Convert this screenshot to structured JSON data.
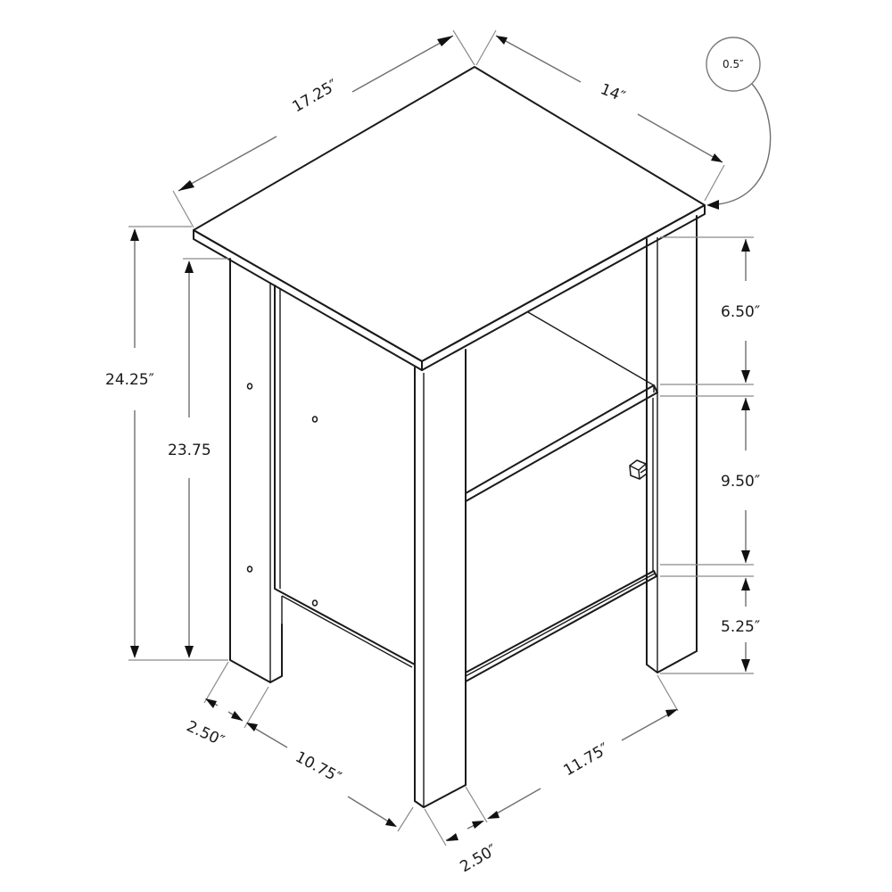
{
  "diagram": {
    "title": "",
    "type": "dimensioned isometric line drawing",
    "subject": "end table / nightstand with open shelf and lower cabinet door",
    "colors": {
      "line": "#1a1a1a",
      "dimension_line": "#6e6e6e",
      "background": "#ffffff"
    },
    "dimensions": {
      "top_width": "17.25″",
      "top_depth": "14″",
      "top_thickness": "0.5″",
      "overall_height": "24.25″",
      "height_below_top": "23.75",
      "open_shelf_height": "6.50″",
      "cabinet_height": "9.50″",
      "leg_clearance": "5.25″",
      "leg_depth_left": "2.50″",
      "inner_depth": "10.75″",
      "inner_width": "11.75″",
      "leg_width_front": "2.50″"
    },
    "components": [
      "table-top",
      "left-side-panel",
      "front-left-leg",
      "front-right-leg",
      "back-right-leg",
      "open-shelf",
      "cabinet-door",
      "door-knob",
      "bottom-rail",
      "screw-holes"
    ]
  }
}
